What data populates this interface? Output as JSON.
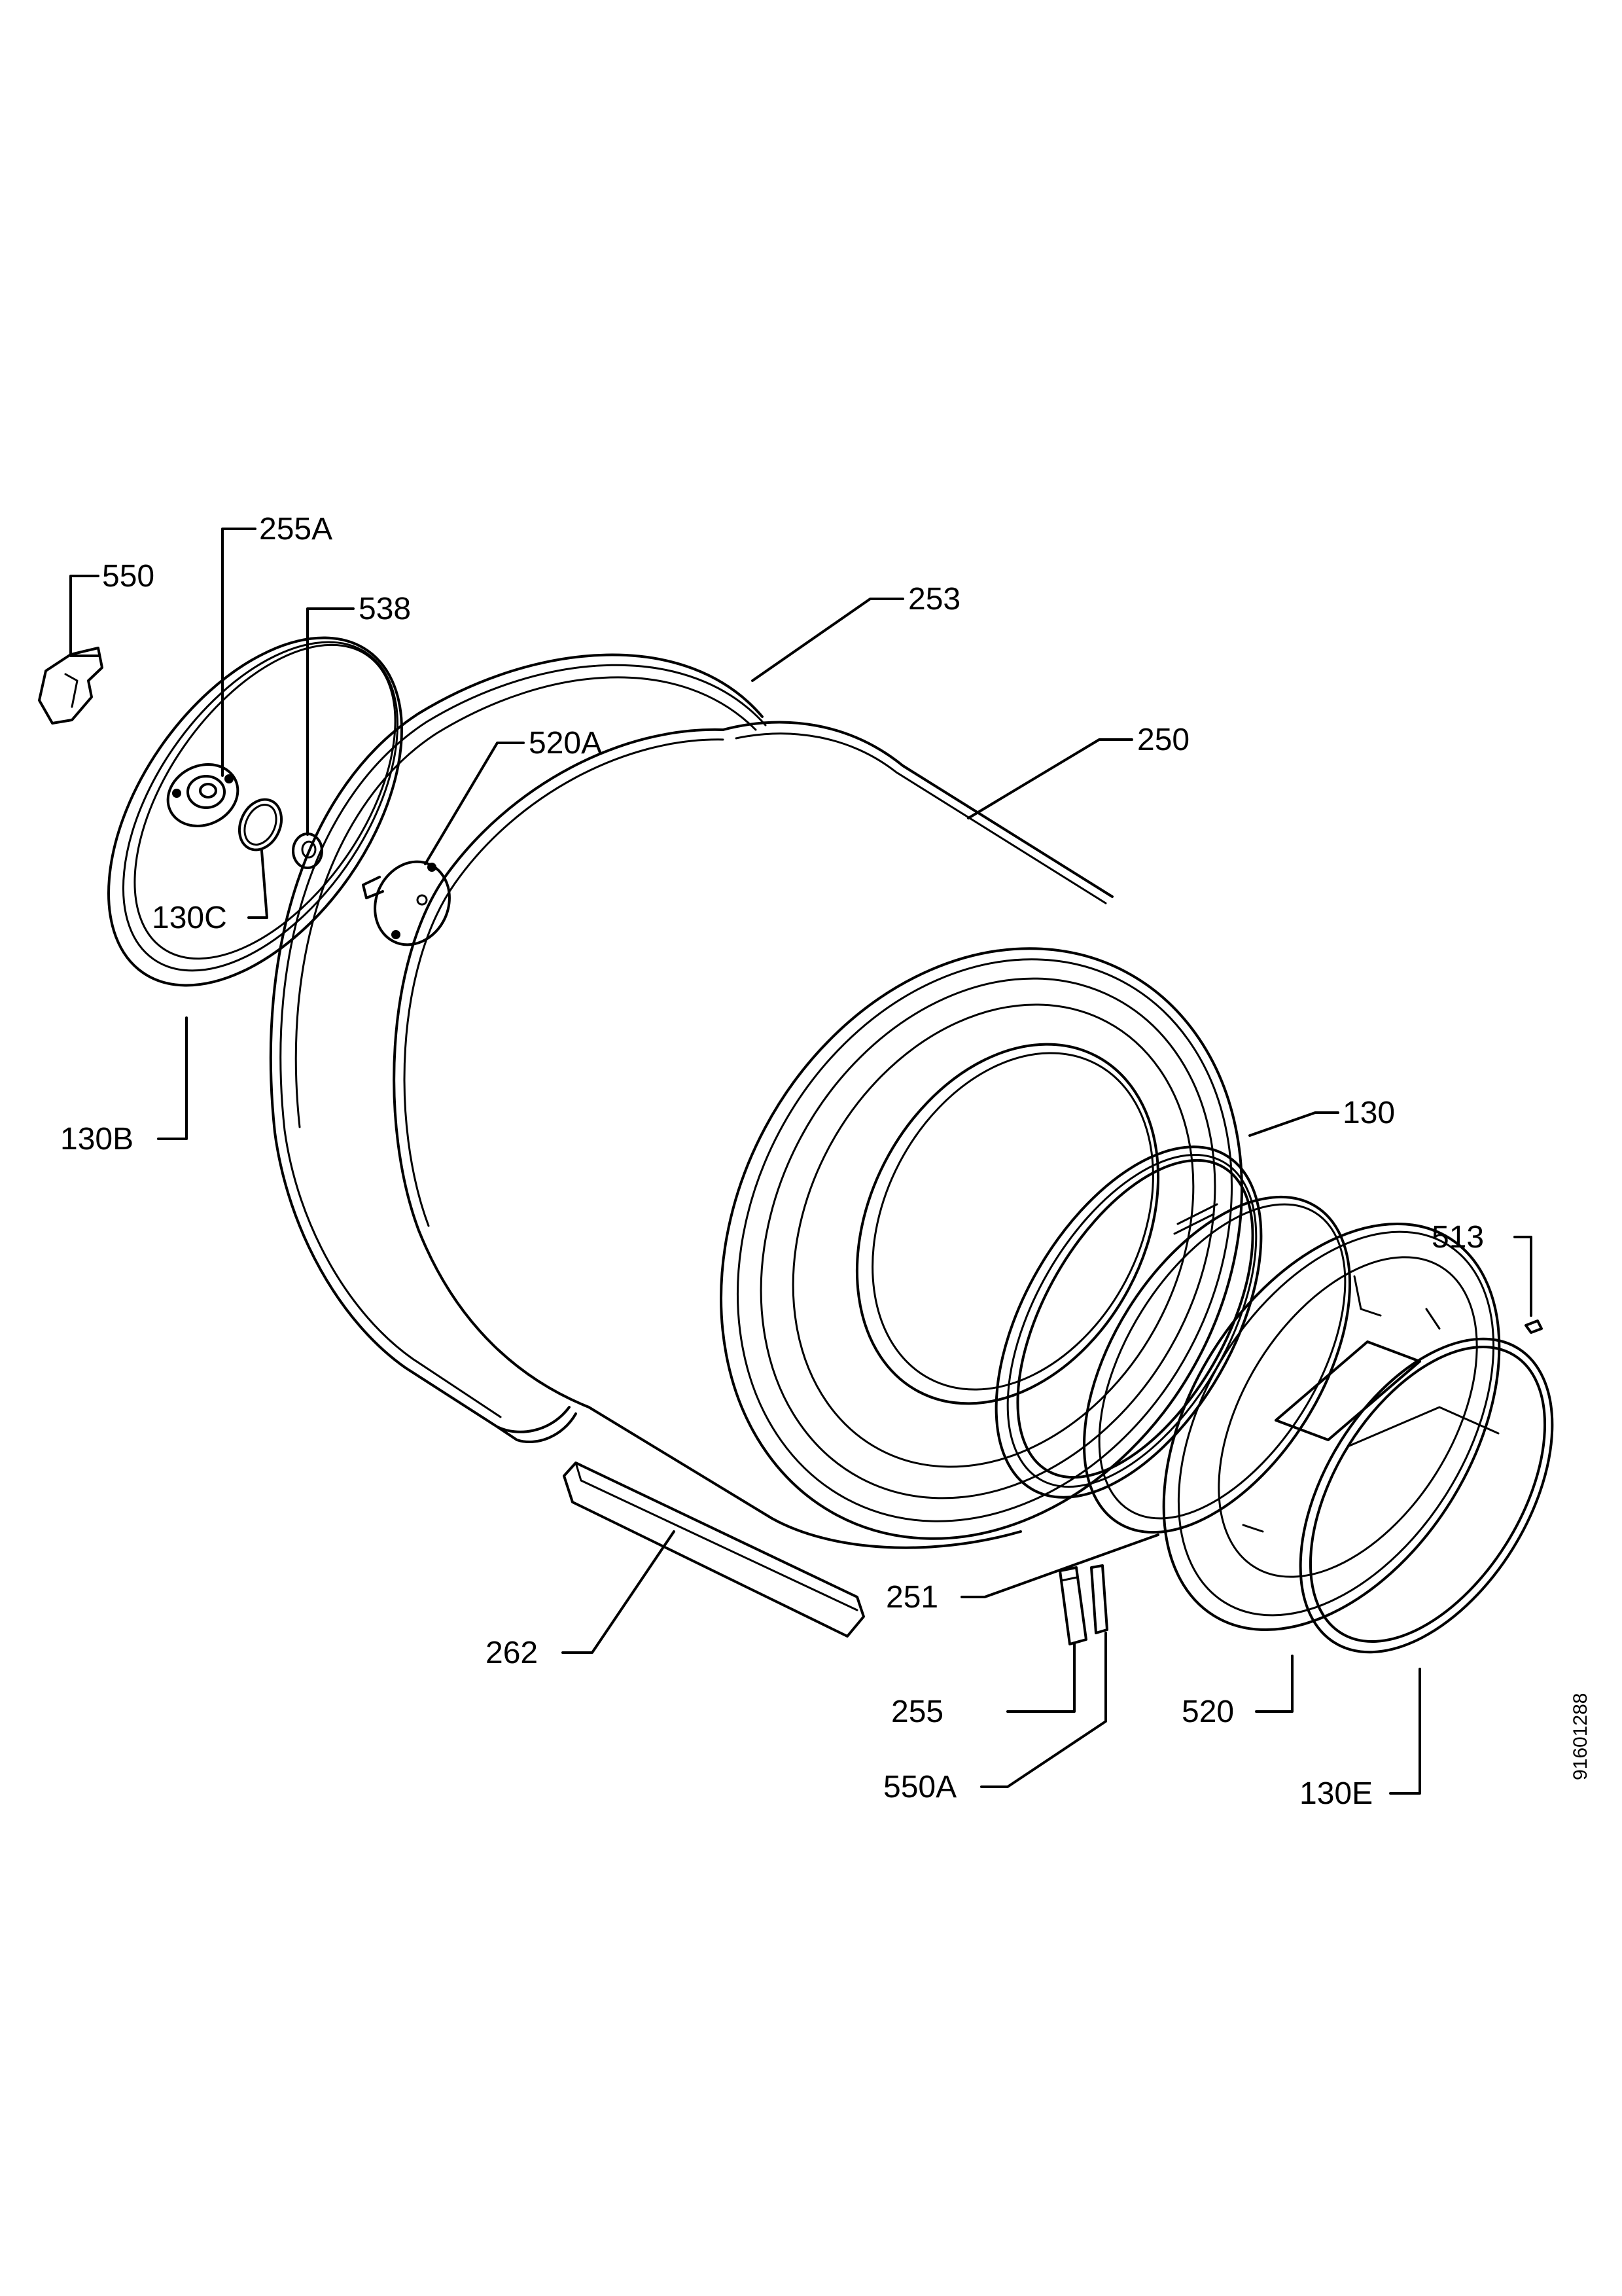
{
  "labels": {
    "p550": "550",
    "p255a": "255A",
    "p538": "538",
    "p253": "253",
    "p520a": "520A",
    "p250": "250",
    "p130c": "130C",
    "p130b": "130B",
    "p130": "130",
    "p513": "513",
    "p251": "251",
    "p262": "262",
    "p255": "255",
    "p520": "520",
    "p550a": "550A",
    "p130e": "130E"
  },
  "document_number": "91601288"
}
